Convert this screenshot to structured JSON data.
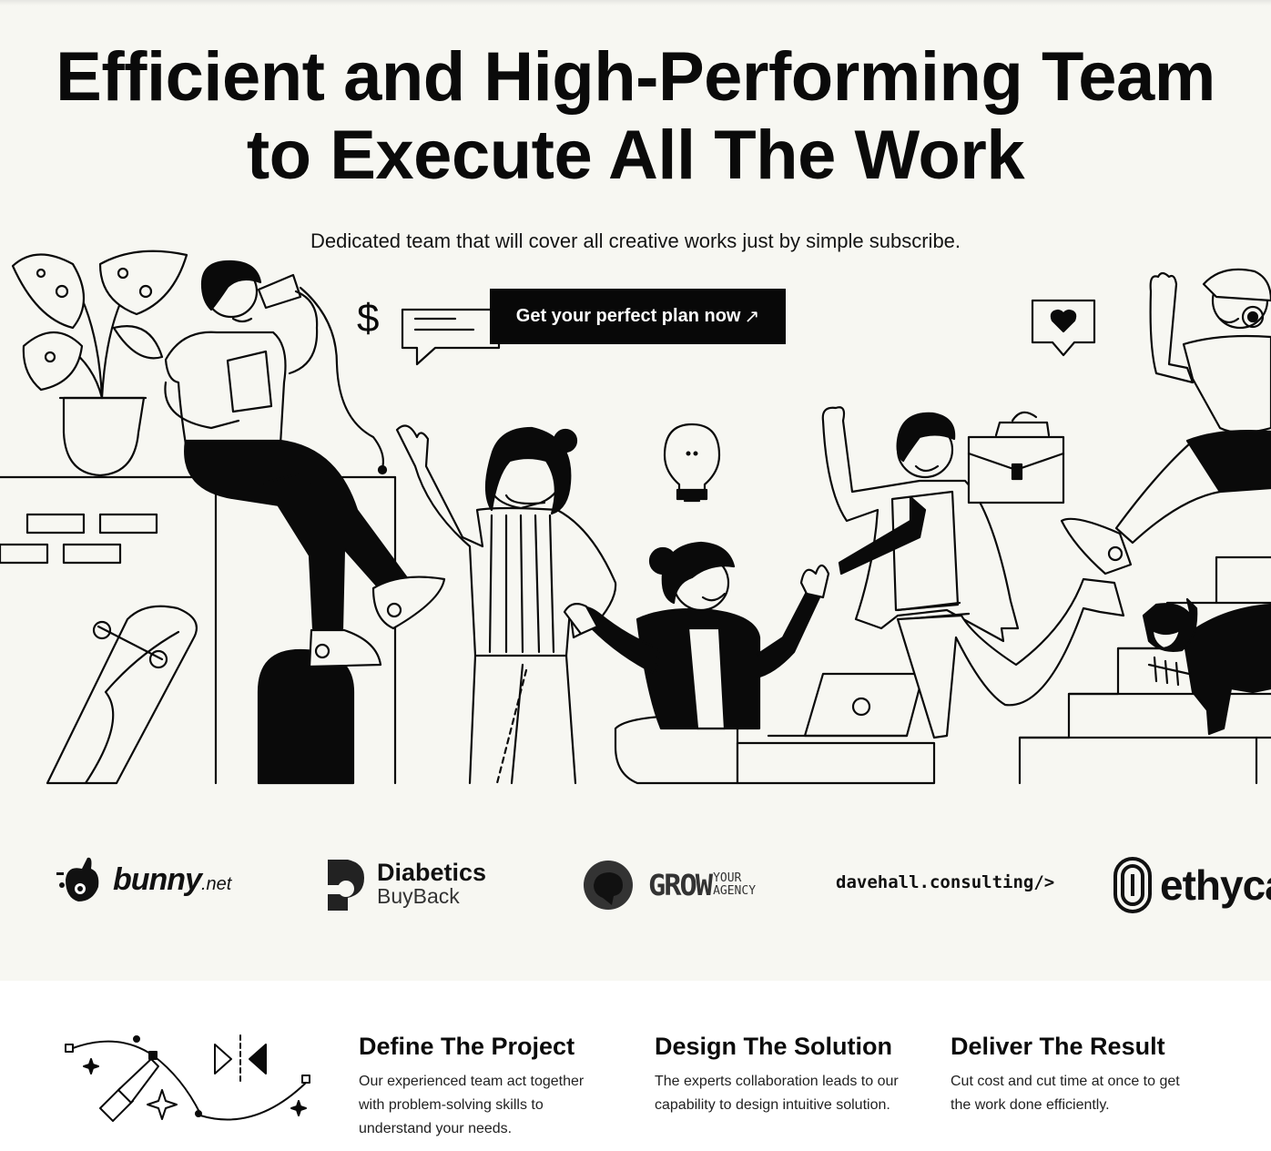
{
  "hero": {
    "headline_line1": "Efficient and High-Performing Team",
    "headline_line2": "to Execute All The Work",
    "subheadline": "Dedicated team that will cover all creative works just by simple subscribe.",
    "cta_label": "Get your perfect plan now",
    "cta_arrow": "↗",
    "illustration_dollar": "$"
  },
  "logos": [
    {
      "name": "bunny",
      "text_main": "bunny",
      "text_suffix": ".net"
    },
    {
      "name": "diabetics-buyback",
      "line1": "Diabetics",
      "line2": "BuyBack"
    },
    {
      "name": "grow-your-agency",
      "main": "GROW",
      "small1": "YOUR",
      "small2": "AGENCY"
    },
    {
      "name": "davehall",
      "text": "davehall.consulting/>"
    },
    {
      "name": "ethyca",
      "text": "ethyca"
    }
  ],
  "process": {
    "steps": [
      {
        "title": "Define The Project",
        "line1": "Our experienced team act together",
        "line2": "with problem-solving skills to",
        "line3": "understand your needs."
      },
      {
        "title": "Design The Solution",
        "line1": "The experts collaboration leads to our",
        "line2": "capability to design intuitive solution."
      },
      {
        "title": "Deliver The Result",
        "line1": "Cut cost and cut time at once to get",
        "line2": "the work done efficiently."
      }
    ]
  },
  "colors": {
    "background": "#f7f7f2",
    "ink": "#0a0a0a",
    "button": "#080808",
    "section": "#ffffff"
  }
}
